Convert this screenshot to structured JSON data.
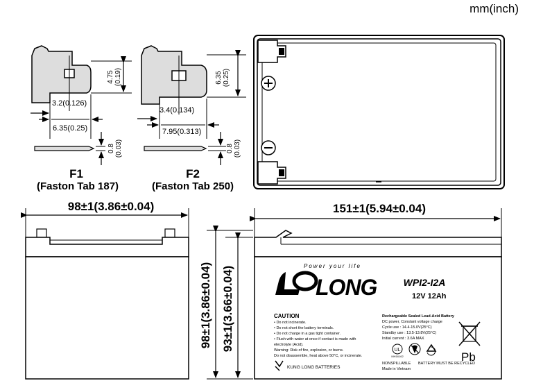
{
  "units": "mm(inch)",
  "terminals": {
    "f1": {
      "name": "F1",
      "desc": "(Faston Tab 187)",
      "height": "4.75",
      "height_in": "(0.19)",
      "hole": "3.2(0.126)",
      "width": "6.35(0.25)",
      "thick": "0.8",
      "thick_in": "(0.03)"
    },
    "f2": {
      "name": "F2",
      "desc": "(Faston Tab 250)",
      "height": "6.35",
      "height_in": "(0.25)",
      "hole": "3.4(0.134)",
      "width": "7.95(0.313)",
      "thick": "0.8",
      "thick_in": "(0.03)"
    }
  },
  "dimensions": {
    "width": "98±1(3.86±0.04)",
    "length": "151±1(5.94±0.04)",
    "total_height": "98±1(3.86±0.04)",
    "container_height": "93±1(3.66±0.04)"
  },
  "label": {
    "tagline": "Power your life",
    "brand": "LONG",
    "model": "WPI2-I2A",
    "rating": "12V 12Ah",
    "caution_title": "CAUTION",
    "caution_lines": [
      "• Do not incinerate.",
      "• Do not short the battery terminals.",
      "• Do not charge in a gas tight container.",
      "• Flush with water at once if contact is made with",
      "  electrolyte (Acid).",
      "Warning: Risk of fire, explosion, or burns.",
      "Do not disassemble, heat above 50°C, or incinerate."
    ],
    "spec_lines": [
      "Rechargeable Sealed Lead-Acid Battery",
      "DC power, Constant voltage charge",
      "Cycle use : 14.4-15.0V(25°C)",
      "Standby use : 13.5-13.8V(25°C)",
      "Initial current : 3.6A MAX"
    ],
    "manufacturer": "KUNG LONG BATTERIES",
    "nonspillable": "NONSPILLABLE",
    "origin": "Made in Vietnam",
    "recycle": "BATTERY MUST BE RECYCLED",
    "pb": "Pb",
    "ul": "MH16162"
  }
}
